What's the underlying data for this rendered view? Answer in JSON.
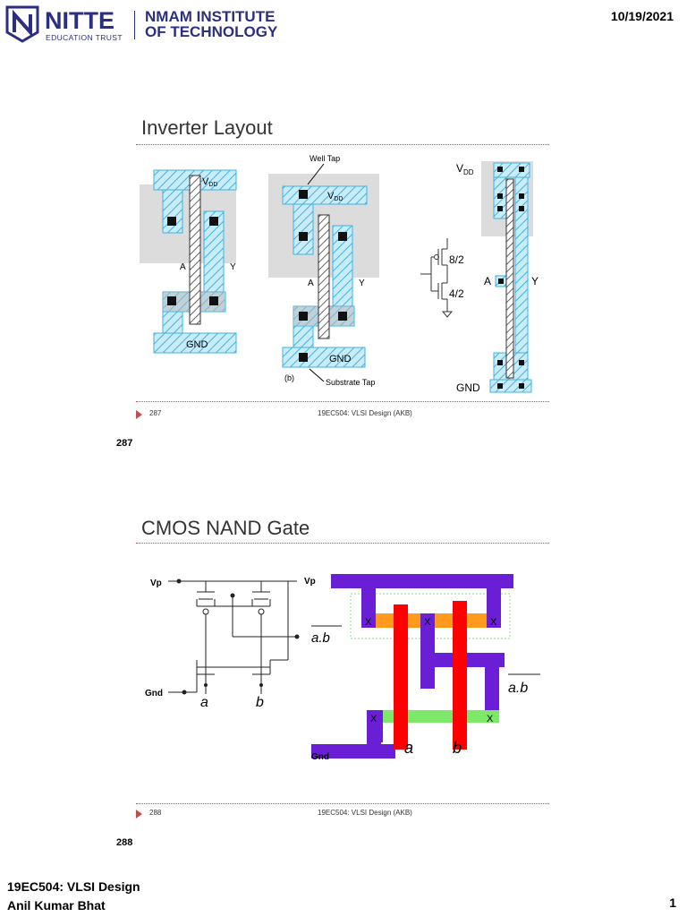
{
  "header": {
    "logo_main": "NITTE",
    "logo_sub": "EDUCATION TRUST",
    "institute_line1": "NMAM INSTITUTE",
    "institute_line2": "OF TECHNOLOGY",
    "date": "10/19/2021"
  },
  "slide1": {
    "title": "Inverter Layout",
    "labels": {
      "vdd": "V",
      "vdd_sub": "DD",
      "gnd": "GND",
      "a": "A",
      "y": "Y",
      "well_tap": "Well Tap",
      "substrate_tap": "Substrate Tap",
      "b_marker": "(b)",
      "size_p": "8/2",
      "size_n": "4/2"
    },
    "footer_num": "287",
    "footer_course": "19EC504: VLSI Design (AKB)",
    "page_label": "287"
  },
  "slide2": {
    "title": "CMOS NAND Gate",
    "labels": {
      "vp": "Vp",
      "gnd": "Gnd",
      "a": "a",
      "b": "b",
      "output": "a.b",
      "contact": "X"
    },
    "footer_num": "288",
    "footer_course": "19EC504: VLSI Design (AKB)",
    "page_label": "288"
  },
  "footer": {
    "course": "19EC504: VLSI Design",
    "author": "Anil Kumar Bhat",
    "page_number": "1"
  },
  "colors": {
    "brand": "#2c2f80",
    "accent": "#c0504d",
    "diffusion_blue": "#5bc0eb",
    "poly_red": "#ff0000",
    "metal_purple": "#6a1fd6",
    "p_diffusion": "#ff9a1f",
    "n_diffusion": "#7ee86a"
  }
}
